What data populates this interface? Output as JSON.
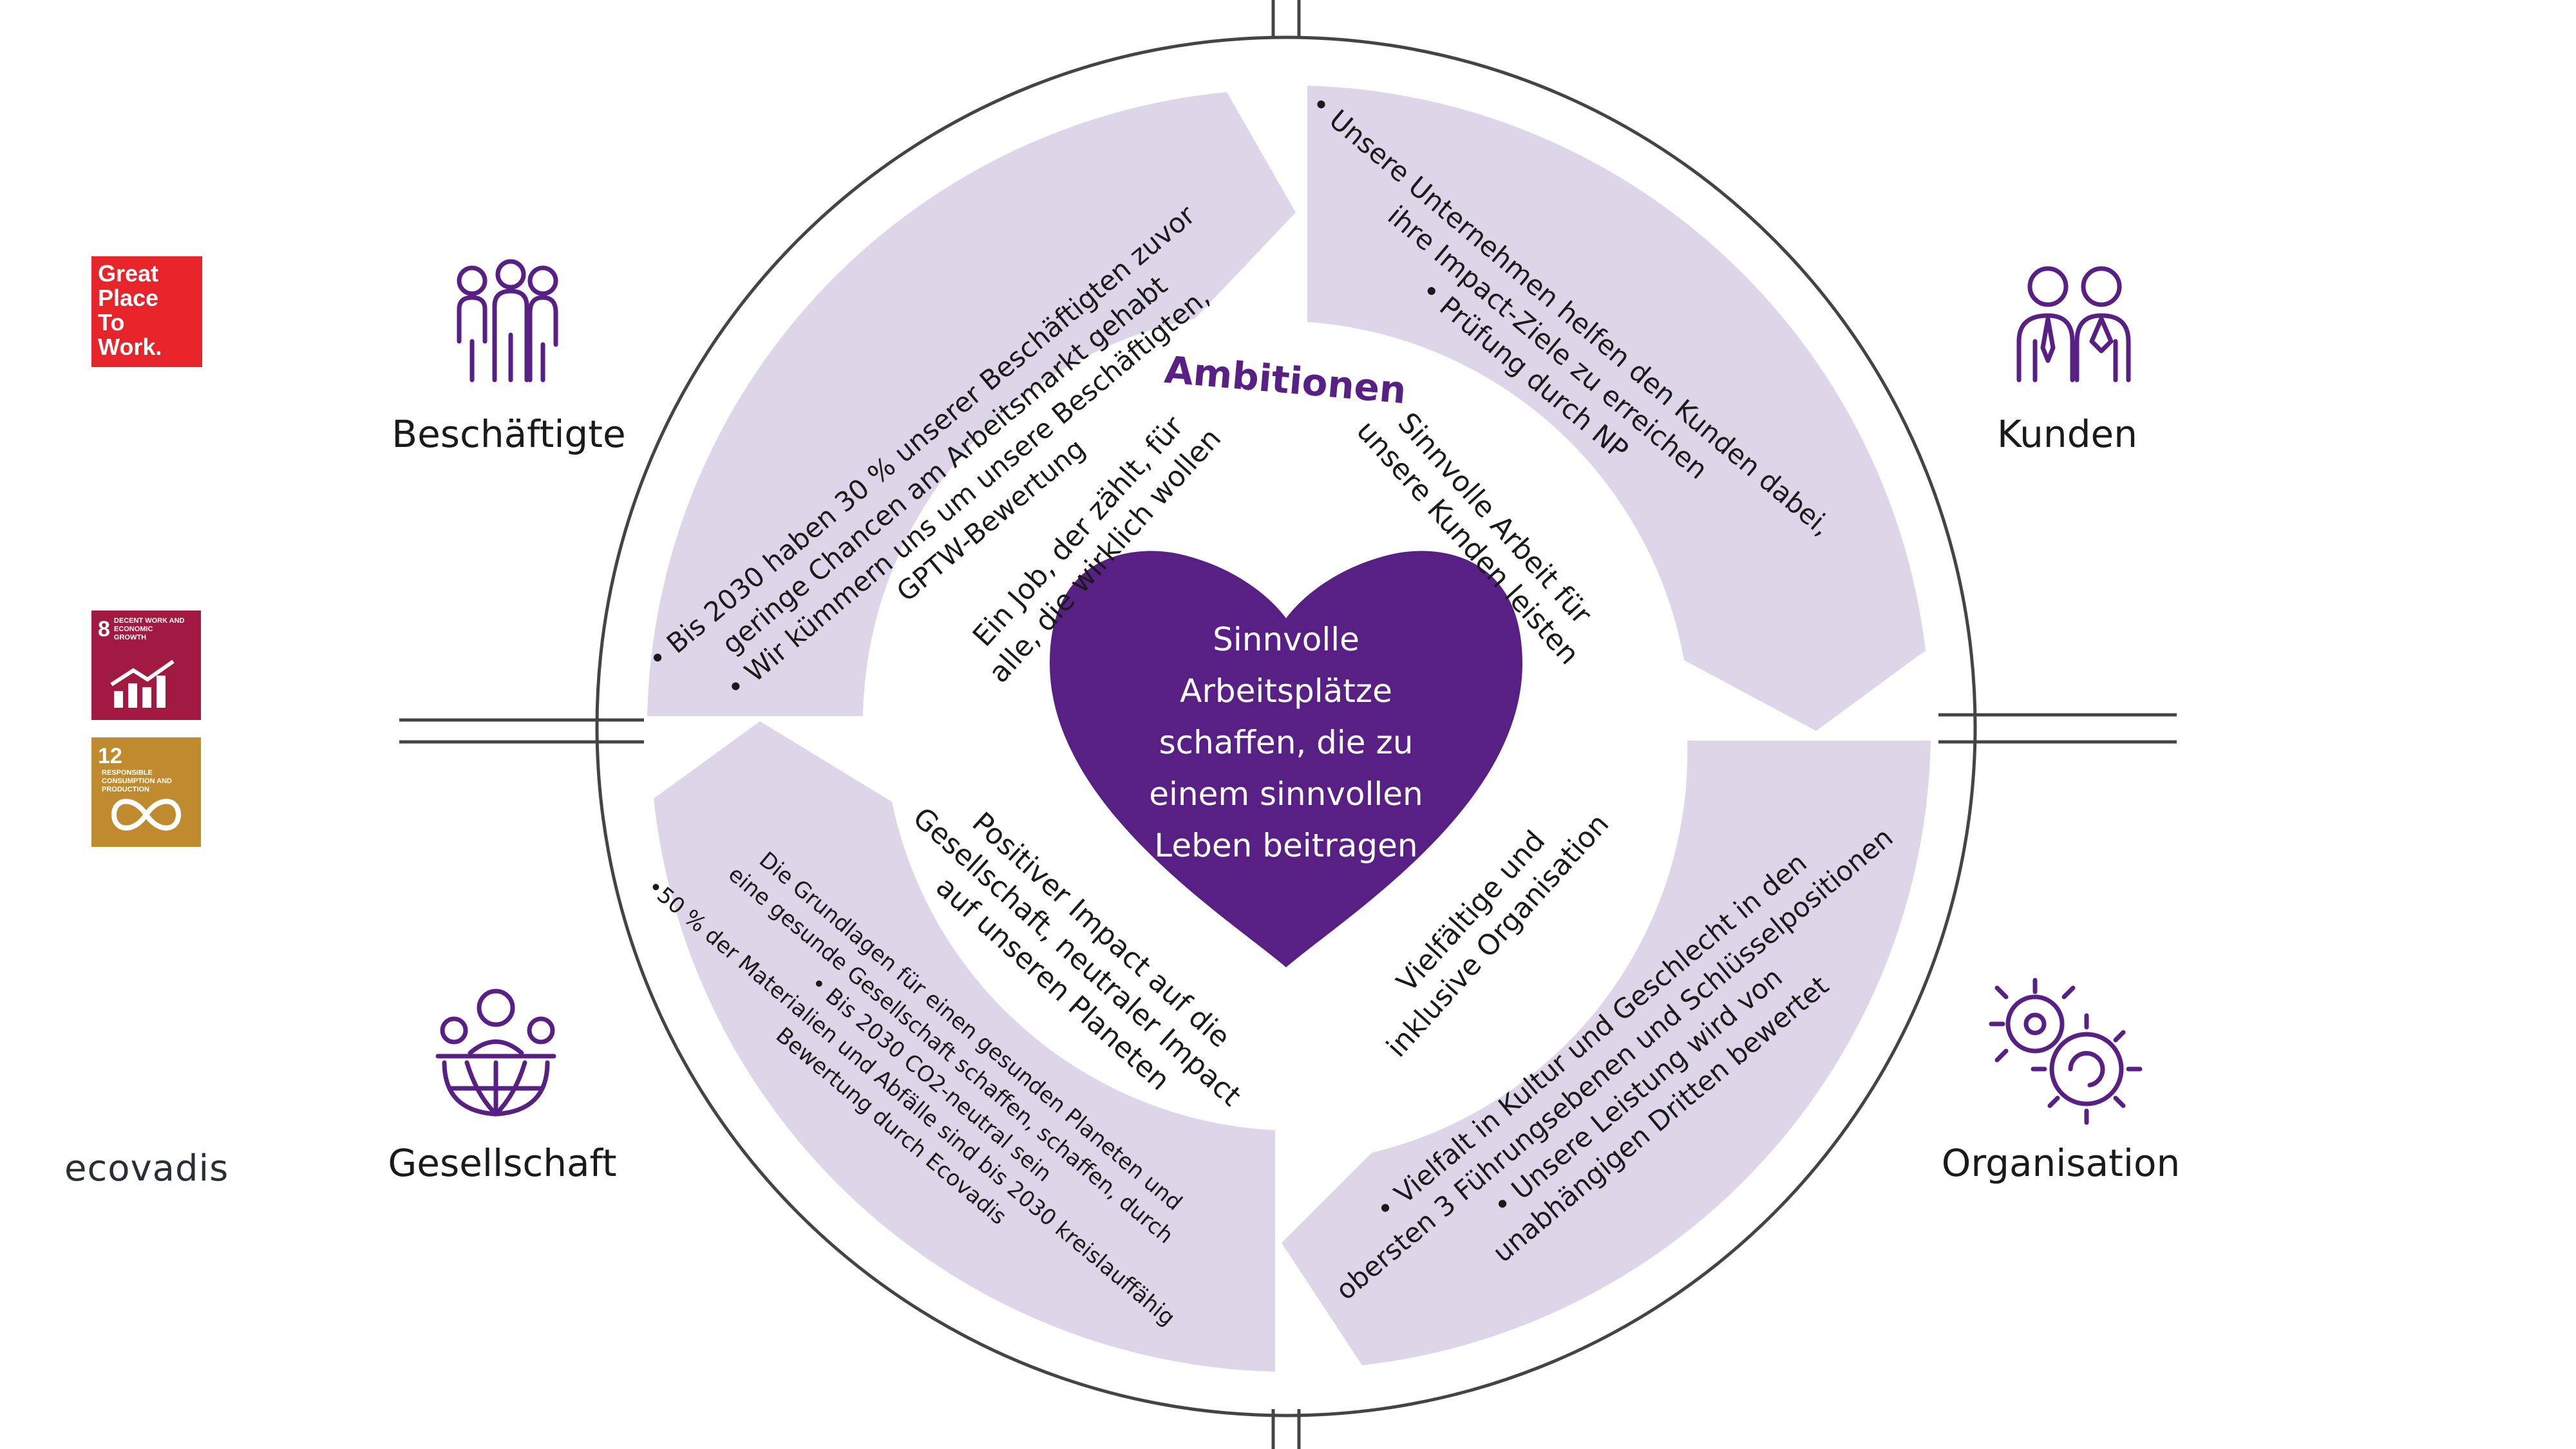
{
  "center": {
    "heart_lines": [
      "Sinnvolle",
      "Arbeitsplätze",
      "schaffen, die zu",
      "einem sinnvollen",
      "Leben beitragen"
    ],
    "ambitions_label": "Ambitionen"
  },
  "inner_ring": {
    "employees": [
      "Ein Job, der zählt, für",
      "alle, die wirklich wollen"
    ],
    "customers": [
      "Sinnvolle Arbeit für",
      "unsere Kunden leisten"
    ],
    "society": [
      "Positiver Impact  auf die",
      "Gesellschaft, neutraler Impact",
      "auf unseren Planeten"
    ],
    "organisation": [
      "Vielfältige und",
      "inklusive Organisation"
    ]
  },
  "outer_ring": {
    "employees": [
      "• Bis 2030 haben 30 % unserer Beschäftigten zuvor",
      "geringe Chancen am Arbeitsmarkt gehabt",
      "• Wir kümmern uns um unsere Beschäftigten,",
      "GPTW-Bewertung"
    ],
    "customers": [
      "•   Unsere Unternehmen helfen den Kunden dabei,",
      "ihre Impact-Ziele zu erreichen",
      "•   Prüfung durch NP"
    ],
    "society": [
      "Die Grundlagen für einen gesunden  Planeten und",
      "eine gesunde Gesellschaft schaffen, schaffen, durch",
      "• Bis 2030 CO2-neutral sein",
      "•50 % der Materialien und Abfälle sind bis 2030 kreislauffähig",
      "Bewertung durch Ecovadis"
    ],
    "organisation": [
      "• Vielfalt in Kultur und Geschlecht in den",
      "obersten 3 Führungsebenen und Schlüsselpositionen",
      "• Unsere Leistung wird von",
      "unabhängigen Dritten bewertet"
    ]
  },
  "quadrant_labels": {
    "employees": "Beschäftigte",
    "customers": "Kunden",
    "society": "Gesellschaft",
    "organisation": "Organisation"
  },
  "logos": {
    "gptw": [
      "Great",
      "Place",
      "To",
      "Work."
    ],
    "sdg8": {
      "num": "8",
      "text": "DECENT WORK AND ECONOMIC GROWTH"
    },
    "sdg12": {
      "num": "12",
      "text": "RESPONSIBLE CONSUMPTION AND PRODUCTION"
    },
    "ecovadis": "ecovadis"
  },
  "icons": {
    "employees": "people-group-icon",
    "customers": "business-people-icon",
    "society": "globe-community-icon",
    "organisation": "gears-icon"
  },
  "colors": {
    "purple": "#582085",
    "lavender": "#ddd6e8",
    "heart": "#582085",
    "gptw_red": "#e8242b",
    "sdg8": "#a21942",
    "sdg12": "#bf8b2e"
  }
}
